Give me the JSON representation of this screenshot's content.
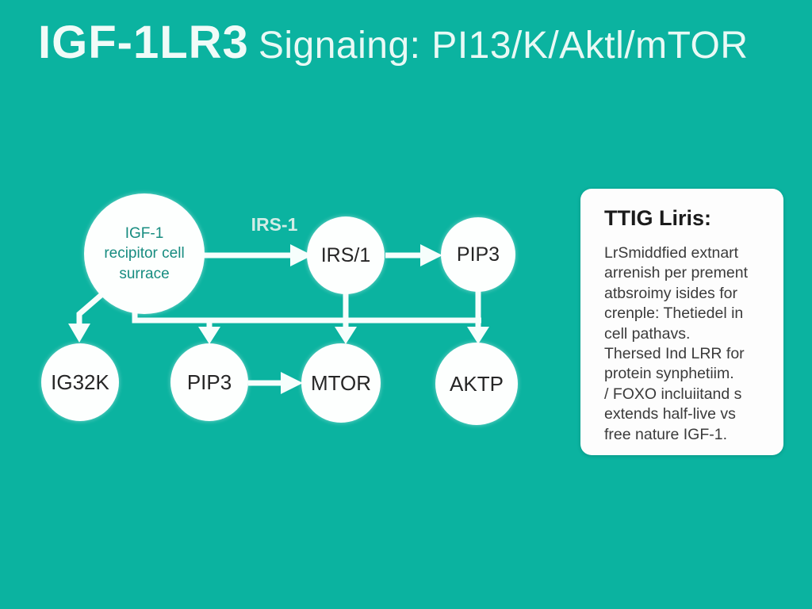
{
  "title": {
    "main": "IGF-1LR3",
    "rest": "Signaing: PI13/K/Aktl/mTOR"
  },
  "diagram": {
    "edge_label": "IRS-1",
    "nodes": [
      {
        "id": "igf1-receptor",
        "label": "IGF-1\nrecipitor cell\nsurrace"
      },
      {
        "id": "irs1",
        "label": "IRS/1"
      },
      {
        "id": "pip3-top",
        "label": "PIP3"
      },
      {
        "id": "ig32k",
        "label": "IG32K"
      },
      {
        "id": "pip3-bottom",
        "label": "PIP3"
      },
      {
        "id": "mtor",
        "label": "MTOR"
      },
      {
        "id": "aktp",
        "label": "AKTP"
      }
    ]
  },
  "infobox": {
    "title": "TTIG Liris:",
    "body": "LrSmiddfied extnart\narrenish per prement\natbsroimy isides for\ncrenple: Thetiedel in\ncell pathavs.\nThersed Ind LRR for\nprotein synphetiim.\n/ FOXO incluiitand s\nextends half-live vs\nfree nature IGF-1."
  },
  "colors": {
    "background": "#0bb3a0",
    "node_fill": "#fdfffe",
    "node_text": "#262626",
    "receptor_text": "#178c80",
    "connector": "#f6fefc",
    "title_text": "#f0fbf8",
    "infobox_bg": "#fdfdfd",
    "infobox_text": "#3b3b3b"
  }
}
